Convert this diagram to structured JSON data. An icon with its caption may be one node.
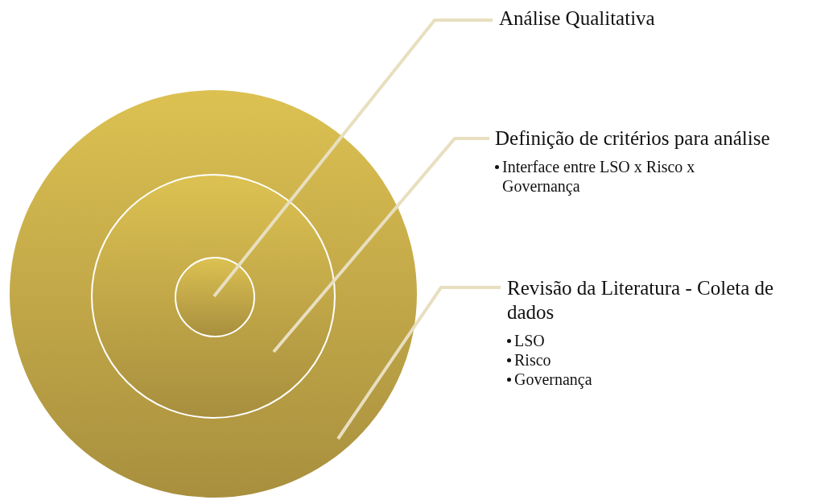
{
  "diagram": {
    "nodes": [
      {
        "text": [],
        "shape": "circle"
      },
      {
        "text": [],
        "shape": "circle",
        "in": 0
      },
      {
        "text": [],
        "shape": "circle",
        "in": 1
      },
      {
        "text": [
          "Análise Qualitativa"
        ]
      },
      {
        "text": [
          "Definição de critérios para análise",
          "Interface entre LSO x Risco x Governança"
        ]
      },
      {
        "text": [
          "Revisão da Literatura - Coleta de dados",
          "LSO",
          "Risco",
          "Governança"
        ]
      }
    ],
    "edges": [
      {
        "from": 3,
        "to": 2,
        "arrow": "none"
      },
      {
        "from": 4,
        "to": 1,
        "arrow": "none"
      },
      {
        "from": 5,
        "to": 0,
        "arrow": "none"
      }
    ]
  }
}
